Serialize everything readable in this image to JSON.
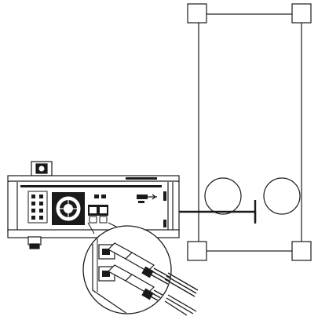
{
  "colors": {
    "line": "#1a1a1a",
    "background": "#ffffff",
    "device_body": "#ffffff",
    "dark_panel": "#1a1a1a",
    "cable": "#1a1a1a",
    "cable_shadow": "#4a4a4a"
  },
  "icons": {
    "device": "audio-amplifier-rear-panel",
    "enclosure": "speaker-cabinet-outline",
    "driver": "speaker-driver-circle",
    "connector": "dual-ethernet-jack",
    "plug": "rj45-plug",
    "magnifier": "zoom-callout-circle",
    "usb_mark": "usb-icon"
  }
}
